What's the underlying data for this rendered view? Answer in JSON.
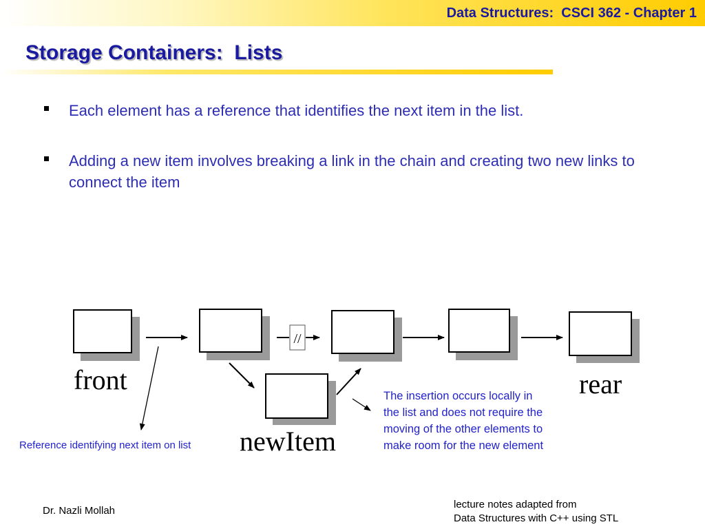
{
  "header": {
    "course_title": "Data Structures:  CSCI 362 - Chapter 1"
  },
  "slide": {
    "title": "Storage Containers:  Lists"
  },
  "bullets": [
    {
      "text": "Each element has a reference that identifies the next item in the list."
    },
    {
      "text": "Adding a new item involves breaking a link in the chain and creating two new links to connect the item"
    }
  ],
  "diagram": {
    "front_label": "front",
    "rear_label": "rear",
    "new_item_label": "newItem",
    "broken_link_mark": "//",
    "reference_label": "Reference identifying next item on list",
    "insertion_note": "The insertion occurs locally in the list and does not require the moving of the other elements to make room for the new element"
  },
  "footer": {
    "author": "Dr. Nazli Mollah",
    "credits_line1": "lecture notes adapted from",
    "credits_line2": "Data Structures with C++ using STL"
  }
}
